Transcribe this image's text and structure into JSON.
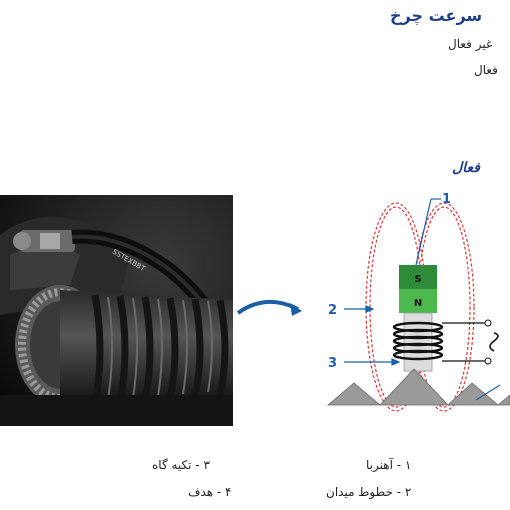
{
  "header": {
    "title": "سرعت چرخ",
    "passive_line": "غیر فعال",
    "active_line": "فعال"
  },
  "section": {
    "title": "فعال"
  },
  "photo": {
    "cable_text": "SSTEXBBT"
  },
  "diagram": {
    "labels": [
      "1",
      "2",
      "3"
    ],
    "magnet_north": "N",
    "magnet_south": "S"
  },
  "legend": {
    "items": [
      "۱ - آهنربا",
      "۲ - خطوط میدان",
      "۳ - تکیه گاه",
      "۴ - هدف"
    ]
  },
  "colors": {
    "title_blue": "#1f3f8c",
    "field_lines": "#d83a3a",
    "magnet_south": "#2e8b3a",
    "magnet_north": "#4db84d",
    "arrow_blue": "#1b5fa8"
  }
}
